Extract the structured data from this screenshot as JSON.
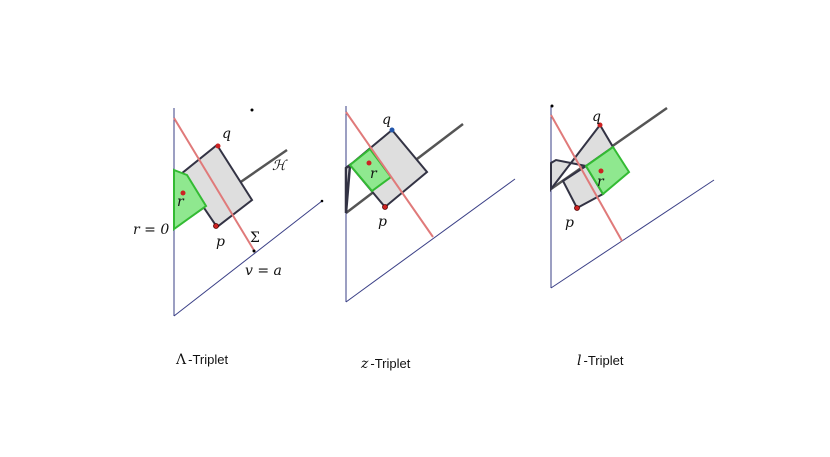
{
  "colors": {
    "axis": "#3a3f86",
    "line_h": "#555555",
    "line_red": "#e07a7a",
    "rect_outline": "#333344",
    "gray_fill": "#dedede",
    "green_fill": "#8fe88f",
    "green_stroke": "#33bb33",
    "point_red": "#cc2222",
    "point_blue": "#2255aa",
    "point_black": "#000000"
  },
  "panels": [
    {
      "id": "lambda",
      "caption": {
        "symbol": "Λ",
        "text": "-Triplet"
      },
      "labels": {
        "q": "q",
        "r": "r",
        "p": "p",
        "H": "ℋ",
        "Sigma": "Σ",
        "r0": "r = 0",
        "va": "v = a"
      }
    },
    {
      "id": "z",
      "caption": {
        "symbol": "z",
        "text": "-Triplet"
      },
      "labels": {
        "q": "q",
        "r": "r",
        "p": "p"
      }
    },
    {
      "id": "l",
      "caption": {
        "symbol": "l",
        "text": "-Triplet"
      },
      "labels": {
        "q": "q",
        "r": "r",
        "p": "p"
      }
    }
  ]
}
